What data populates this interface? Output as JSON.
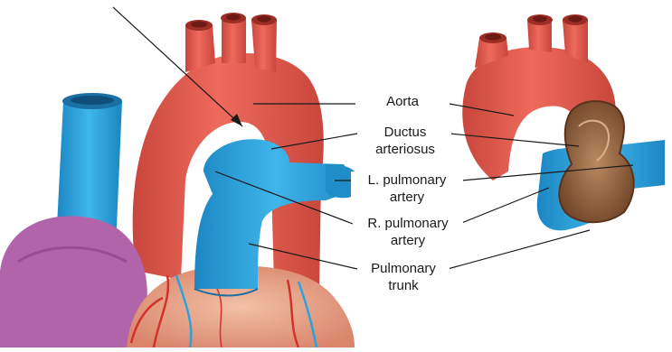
{
  "labels": {
    "aorta": "Aorta",
    "ductus_line1": "Ductus",
    "ductus_line2": "arteriosus",
    "l_pulm_line1": "L. pulmonary",
    "l_pulm_line2": "artery",
    "r_pulm_line1": "R. pulmonary",
    "r_pulm_line2": "artery",
    "pulm_trunk_line1": "Pulmonary",
    "pulm_trunk_line2": "trunk"
  },
  "colors": {
    "aorta": "#e8574a",
    "aorta_dark": "#b83a30",
    "pulmonary": "#2aa3dc",
    "pulmonary_dark": "#1a7fb5",
    "atrium": "#b05aa8",
    "heart": "#e9a48c",
    "ductus_cut": "#8a5a3c"
  }
}
